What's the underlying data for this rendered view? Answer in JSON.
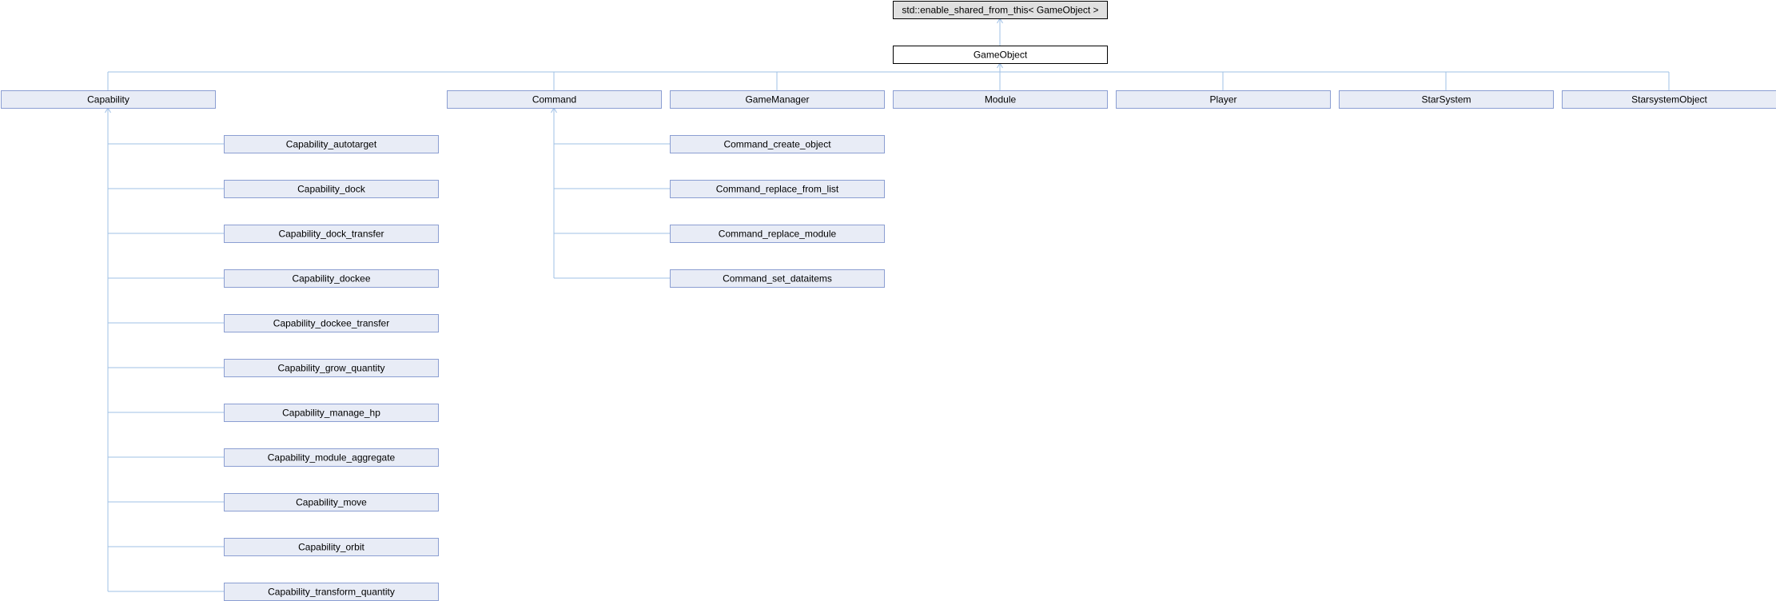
{
  "diagram": {
    "colors": {
      "node_fill": "#e8ecf6",
      "node_border": "#8b9ed2",
      "root_fill": "#ffffff",
      "root_border": "#000000",
      "external_fill": "#e0e0e0",
      "external_border": "#000000",
      "edge": "#9fc0e6"
    },
    "nodes": {
      "enable_shared": {
        "label": "std::enable_shared_from_this< GameObject >",
        "style": "external"
      },
      "gameobject": {
        "label": "GameObject",
        "style": "root"
      },
      "capability": {
        "label": "Capability",
        "style": "class"
      },
      "command": {
        "label": "Command",
        "style": "class"
      },
      "gamemanager": {
        "label": "GameManager",
        "style": "class"
      },
      "module": {
        "label": "Module",
        "style": "class"
      },
      "player": {
        "label": "Player",
        "style": "class"
      },
      "starsystem": {
        "label": "StarSystem",
        "style": "class"
      },
      "starsystemobject": {
        "label": "StarsystemObject",
        "style": "class"
      },
      "cap_autotarget": {
        "label": "Capability_autotarget",
        "style": "class"
      },
      "cap_dock": {
        "label": "Capability_dock",
        "style": "class"
      },
      "cap_dock_transfer": {
        "label": "Capability_dock_transfer",
        "style": "class"
      },
      "cap_dockee": {
        "label": "Capability_dockee",
        "style": "class"
      },
      "cap_dockee_transfer": {
        "label": "Capability_dockee_transfer",
        "style": "class"
      },
      "cap_grow_quantity": {
        "label": "Capability_grow_quantity",
        "style": "class"
      },
      "cap_manage_hp": {
        "label": "Capability_manage_hp",
        "style": "class"
      },
      "cap_module_aggregate": {
        "label": "Capability_module_aggregate",
        "style": "class"
      },
      "cap_move": {
        "label": "Capability_move",
        "style": "class"
      },
      "cap_orbit": {
        "label": "Capability_orbit",
        "style": "class"
      },
      "cap_transform_quantity": {
        "label": "Capability_transform_quantity",
        "style": "class"
      },
      "cmd_create_object": {
        "label": "Command_create_object",
        "style": "class"
      },
      "cmd_replace_from_list": {
        "label": "Command_replace_from_list",
        "style": "class"
      },
      "cmd_replace_module": {
        "label": "Command_replace_module",
        "style": "class"
      },
      "cmd_set_dataitems": {
        "label": "Command_set_dataitems",
        "style": "class"
      }
    },
    "edges": [
      {
        "child": "gameobject",
        "parent": "enable_shared"
      },
      {
        "child": "capability",
        "parent": "gameobject"
      },
      {
        "child": "command",
        "parent": "gameobject"
      },
      {
        "child": "gamemanager",
        "parent": "gameobject"
      },
      {
        "child": "module",
        "parent": "gameobject"
      },
      {
        "child": "player",
        "parent": "gameobject"
      },
      {
        "child": "starsystem",
        "parent": "gameobject"
      },
      {
        "child": "starsystemobject",
        "parent": "gameobject"
      },
      {
        "child": "cap_autotarget",
        "parent": "capability"
      },
      {
        "child": "cap_dock",
        "parent": "capability"
      },
      {
        "child": "cap_dock_transfer",
        "parent": "capability"
      },
      {
        "child": "cap_dockee",
        "parent": "capability"
      },
      {
        "child": "cap_dockee_transfer",
        "parent": "capability"
      },
      {
        "child": "cap_grow_quantity",
        "parent": "capability"
      },
      {
        "child": "cap_manage_hp",
        "parent": "capability"
      },
      {
        "child": "cap_module_aggregate",
        "parent": "capability"
      },
      {
        "child": "cap_move",
        "parent": "capability"
      },
      {
        "child": "cap_orbit",
        "parent": "capability"
      },
      {
        "child": "cap_transform_quantity",
        "parent": "capability"
      },
      {
        "child": "cmd_create_object",
        "parent": "command"
      },
      {
        "child": "cmd_replace_from_list",
        "parent": "command"
      },
      {
        "child": "cmd_replace_module",
        "parent": "command"
      },
      {
        "child": "cmd_set_dataitems",
        "parent": "command"
      }
    ]
  }
}
